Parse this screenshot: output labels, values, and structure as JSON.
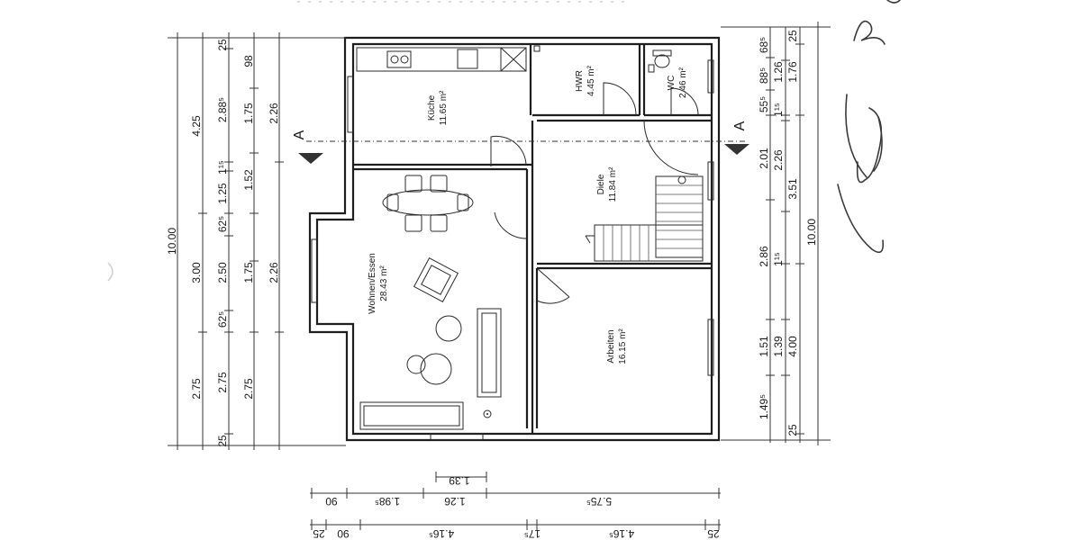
{
  "rooms": [
    {
      "key": "kueche",
      "name": "Küche",
      "area": "11.65 m²"
    },
    {
      "key": "hwr",
      "name": "HWR",
      "area": "4.45 m²"
    },
    {
      "key": "wc",
      "name": "WC",
      "area": "2.46 m²"
    },
    {
      "key": "diele",
      "name": "Diele",
      "area": "11.84 m²"
    },
    {
      "key": "wohnen",
      "name": "Wohnen/Essen",
      "area": "28.43 m²"
    },
    {
      "key": "arbeiten",
      "name": "Arbeiten",
      "area": "16.15 m²"
    }
  ],
  "section_marker": "A",
  "left_dims": {
    "overall": "10.00",
    "col2": [
      "4.25",
      "3.00",
      "2.75"
    ],
    "col3": [
      "25",
      "2.88⁵",
      "1¹⁵",
      "1.25",
      "62⁵",
      "2.50",
      "62⁵",
      "2.75",
      "25"
    ],
    "col4": [
      "98",
      "1.75",
      "1.52",
      "1.75",
      "2.75"
    ],
    "col5": [
      "2.26",
      "2.26"
    ]
  },
  "right_dims": {
    "col1": [
      "68⁵",
      "88⁵",
      "55⁵",
      "2.01",
      "2.86",
      "1.51",
      "1.49⁵"
    ],
    "col2": [
      "1.26",
      "1¹⁵",
      "2.26",
      "1¹⁵",
      "1.39"
    ],
    "col3": [
      "25",
      "1.76",
      "3.51",
      "4.00",
      "25"
    ],
    "overall": "10.00"
  },
  "bottom_dims": {
    "row1": [
      "1.39"
    ],
    "row2": [
      "90",
      "1.98⁵",
      "1.26",
      "5.75⁵"
    ],
    "row3": [
      "90",
      "25",
      "4.16⁵",
      "17⁵",
      "4.16⁵",
      "25"
    ]
  }
}
